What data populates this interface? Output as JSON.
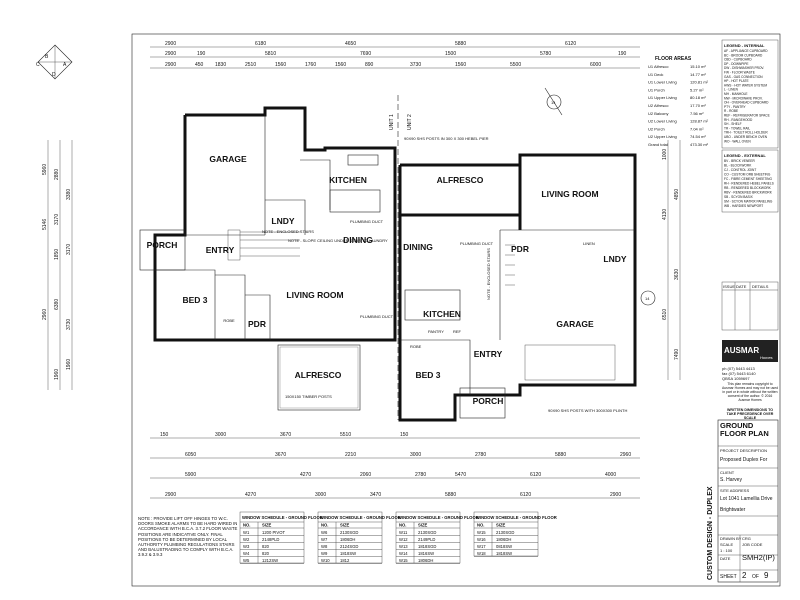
{
  "orientation_labels": [
    "B",
    "C",
    "D",
    "A"
  ],
  "rooms_unit1": {
    "garage": "GARAGE",
    "kitchen": "KITCHEN",
    "dining": "DINING",
    "lndy": "LNDY",
    "entry": "ENTRY",
    "porch": "PORCH",
    "bed3": "BED 3",
    "living": "LIVING ROOM",
    "pdr": "PDR",
    "robe": "ROBE",
    "alfresco": "ALFRESCO"
  },
  "rooms_unit2": {
    "alfresco": "ALFRESCO",
    "living": "LIVING ROOM",
    "dining": "DINING",
    "pdr": "PDR",
    "lndy": "LNDY",
    "kitchen": "KITCHEN",
    "garage": "GARAGE",
    "entry": "ENTRY",
    "bed3": "BED 3",
    "porch": "PORCH",
    "robe": "ROBE",
    "linen": "LINEN",
    "pantry": "PANTRY",
    "ref": "REF"
  },
  "unit_labels": [
    "UNIT 1",
    "UNIT 2"
  ],
  "notes": {
    "posts_top": "90X90 SHS POSTS IN 300 X 300 HEBEL PIER",
    "porch_posts": "90X90 SHS POSTS WITH 300X300 PLINTH",
    "enclosed_stairs": "NOTE - ENCLOSED STAIRS",
    "slope_ceiling": "NOTE - SLOPE CEILING UNDER STAIR TO LAUNDRY",
    "plumbing_duct": "PLUMBING DUCT",
    "timber_posts": "150X150 TIMBER POSTS",
    "enclosed_stairs_2": "NOTE - ENCLOSED STAIRS"
  },
  "dims_top": {
    "row1": [
      "2900",
      "6180",
      "4650",
      "5880",
      "6120"
    ],
    "row2": [
      "2900",
      "190",
      "5810",
      "7690",
      "1500",
      "5780",
      "190"
    ],
    "row3": [
      "2900",
      "450",
      "1830",
      "2510",
      "1560",
      "1760",
      "1560",
      "890",
      "3730",
      "1560",
      "5500",
      "6000"
    ]
  },
  "dims_bottom": {
    "row1": [
      "150",
      "3000",
      "3670",
      "5510",
      "150"
    ],
    "row2": [
      "6050",
      "3670",
      "2210",
      "3000",
      "2780",
      "5880",
      "2960"
    ],
    "row3": [
      "5900",
      "4270",
      "2060",
      "2780",
      "5470",
      "6120",
      "4000"
    ],
    "row4": [
      "2900",
      "4270",
      "3000",
      "3470",
      "5880",
      "6120",
      "2900"
    ]
  },
  "dims_left": [
    "5960",
    "5146",
    "2960",
    "2880",
    "3170",
    "1850",
    "6380",
    "3380",
    "3170",
    "3730",
    "1960",
    "1960"
  ],
  "dims_right": [
    "1000",
    "4130",
    "6510",
    "4850",
    "3630",
    "7490"
  ],
  "floor_areas": {
    "title": "FLOOR AREAS",
    "rows": [
      [
        "U1 Alfresco",
        "15.10 m²"
      ],
      [
        "U1 Deck",
        "14.77 m²"
      ],
      [
        "U1 Lower Living",
        "120.81 m²"
      ],
      [
        "U1 Porch",
        "5.27 m²"
      ],
      [
        "U1 Upper Living",
        "80.18 m²"
      ],
      [
        "U2 Alfresco",
        "17.70 m²"
      ],
      [
        "U2 Balcony",
        "7.56 m²"
      ],
      [
        "U2 Lower Living",
        "128.87 m²"
      ],
      [
        "U2 Porch",
        "7.04 m²"
      ],
      [
        "U2 Upper Living",
        "74.54 m²"
      ],
      [
        "Grand total",
        "473.30 m²"
      ]
    ]
  },
  "legend_internal": {
    "title": "LEGEND - INTERNAL",
    "items": [
      "AF - APPLIANCE CUPBOARD",
      "BC - BROOM CUPBOARD",
      "CBD - CUPBOARD",
      "DP - DOWNPIPE",
      "DW - DISHWASHER PROV.",
      "FW - FLOOR WASTE",
      "GAS - GAS CONNECTION",
      "HP - HOT PLATE",
      "HWS - HOT WATER SYSTEM",
      "L - LINEN",
      "MH - MANHOLE",
      "MW - MICROWAVE PROV.",
      "OH - OVERHEAD CUPBOARD",
      "PTY - PANTRY",
      "R - ROBE",
      "REF - REFRIGERATOR SPACE",
      "RH - RANGEHOOD",
      "SH - SHELF",
      "TR - TOWEL RAIL",
      "TRH - TOILET ROLL HOLDER",
      "UBO - UNDER BENCH OVEN",
      "WO - WALL OVEN"
    ]
  },
  "legend_external": {
    "title": "LEGEND - EXTERNAL",
    "items": [
      "BV - BRICK VENEER",
      "BL - BLOCKWORK",
      "CJ - CONTROL JOINT",
      "CO - CUSTOM ORB SHEETING",
      "FC - FIBRE CEMENT SHEETING",
      "RH - RENDERED HEBEL PANELS",
      "RB - RENDERED BLOCKWORK",
      "RBV - RENDERED BRICKWORK",
      "SB - SCYON BASIX",
      "SM - SCYON MATRIX PANELING",
      "WB - HARDIES NEWPORT"
    ]
  },
  "revision_header": [
    "ISSUE",
    "DATE",
    "DETAILS"
  ],
  "company": {
    "name": "AUSMAR",
    "sub": "Homes",
    "contact": [
      "ph (07) 5443 4413",
      "fax (07) 5443 6140",
      "QBSA 1059697"
    ],
    "copyright": "This plan remains copyright to Ausmar Homes and may not be used in part or in whole without the written consent of the author. © 2016 Ausmar Homes",
    "written_dims": "WRITTEN DIMENSIONS TO TAKE PRECEDENCE OVER SCALE"
  },
  "title_block": {
    "drawing_title": "GROUND FLOOR PLAN",
    "project_desc_label": "PROJECT DESCRIPTION",
    "project_desc": "Proposed Duplex For",
    "client_label": "CLIENT",
    "client": "S. Harvey",
    "site_label": "SITE ADDRESS",
    "site": "Lot 1041 Lamellia Drive",
    "suburb": "Brightwater",
    "side_text": "CUSTOM DESIGN - DUPLEX",
    "drawn_by_label": "DRAWN BY",
    "drawn_by": "CRG",
    "scale_label": "SCALE",
    "scale": "1 : 100",
    "date_label": "DATE",
    "job_code_label": "JOB CODE",
    "job_code": "SMH2(IP)",
    "sheet_label": "SHEET",
    "sheet_no": "2",
    "sheet_of": "OF",
    "sheet_total": "9"
  },
  "north_arrow": "14",
  "general_note": "NOTE : PROVIDE LIFT OFF HINGES TO W.C. DOORS SMOKE ALARMS TO BE HARD WIRED IN ACCORDANCE WITH B.C.A. 3.7.2 FLOOR WASTE POSITIONS ARE INDICATIVE ONLY. FINAL POSITIONS TO BE DETERMINED BY LOCAL AUTHORITY PLUMBING REGULATIONS STAIRS AND BALUSTRADING TO COMPLY WITH B.C.A. 3.9.2 & 3.9.3",
  "window_schedules": [
    {
      "title": "WINDOW SCHEDULE - GROUND FLOOR",
      "head": [
        "NO.",
        "SIZE"
      ],
      "rows": [
        [
          "W1",
          "1200 PIVOT"
        ],
        [
          "W2",
          "2148PLD"
        ],
        [
          "W3",
          "820"
        ],
        [
          "W4",
          "820"
        ],
        [
          "W5",
          "1212SW"
        ]
      ]
    },
    {
      "title": "WINDOW SCHEDULE - GROUND FLOOR",
      "head": [
        "NO.",
        "SIZE"
      ],
      "rows": [
        [
          "W6",
          "2130SGD"
        ],
        [
          "W7",
          "1806DH"
        ],
        [
          "W8",
          "2124SGD"
        ],
        [
          "W9",
          "1818SW"
        ],
        [
          "W10",
          "1812"
        ]
      ]
    },
    {
      "title": "WINDOW SCHEDULE - GROUND FLOOR",
      "head": [
        "NO.",
        "SIZE"
      ],
      "rows": [
        [
          "W11",
          "2130SGD"
        ],
        [
          "W12",
          "2149PLD"
        ],
        [
          "W13",
          "1818SGD"
        ],
        [
          "W14",
          "1816SW"
        ],
        [
          "W15",
          "1806DH"
        ]
      ]
    },
    {
      "title": "WINDOW SCHEDULE - GROUND FLOOR",
      "head": [
        "NO.",
        "SIZE"
      ],
      "rows": [
        [
          "W15",
          "2130SGD"
        ],
        [
          "W16",
          "1806DH"
        ],
        [
          "W17",
          "0818SW"
        ],
        [
          "W18",
          "1818SW"
        ]
      ]
    }
  ]
}
